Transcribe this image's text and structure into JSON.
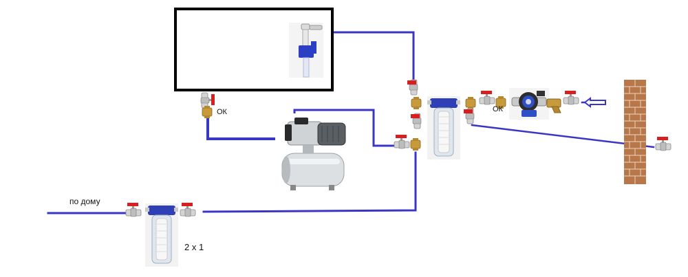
{
  "labels": {
    "house": "по дому",
    "filter_count": "2 х 1",
    "ok_tank": "ОК",
    "ok_pump": "ОК"
  },
  "colors": {
    "pipe": "#3a36c4",
    "tank_outline": "#000000",
    "valve_red": "#d81e1e",
    "brass": "#c79a3c",
    "filter_blue": "#2f3fb5",
    "brick": "#b8774a"
  },
  "icons": [
    "tank",
    "float-valve-icon",
    "ball-valve-icon",
    "check-valve-icon",
    "filter-housing-icon",
    "pump-station-icon",
    "circulation-pump-icon",
    "strainer-icon",
    "arrow-left-icon",
    "brick-wall-icon"
  ]
}
